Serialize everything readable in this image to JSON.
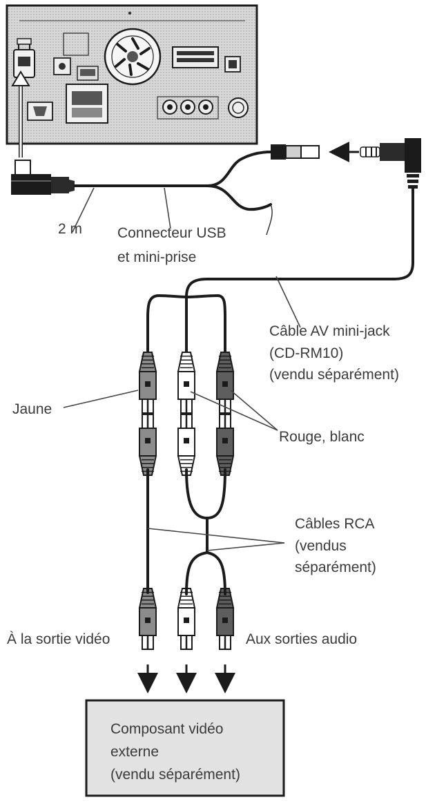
{
  "labels": {
    "cable_length": "2 m",
    "usb_connector": [
      "Connecteur USB",
      "et mini-prise"
    ],
    "av_cable": [
      "Câble AV mini-jack",
      "(CD-RM10)",
      "(vendu séparément)"
    ],
    "yellow": "Jaune",
    "red_white": "Rouge, blanc",
    "rca_cables": [
      "Câbles RCA",
      "(vendus",
      "séparément)"
    ],
    "video_output": "À la sortie vidéo",
    "audio_outputs": "Aux sorties audio",
    "external_component": [
      "Composant vidéo",
      "externe",
      "(vendu séparément)"
    ]
  },
  "colors": {
    "ink": "#1b1b1b",
    "text": "#3a3a3a",
    "yellow_plug": "#8c8c8c",
    "white_plug": "#ffffff",
    "red_plug": "#5e5e5e",
    "panel": "#e6e6e6",
    "component_box": "#e2e2e2"
  },
  "icons": [
    "head-unit-rear-panel",
    "usb-port",
    "fan-grille",
    "usb-mini-plug-connector",
    "mini-jack-plug",
    "rca-plug",
    "down-arrow"
  ]
}
